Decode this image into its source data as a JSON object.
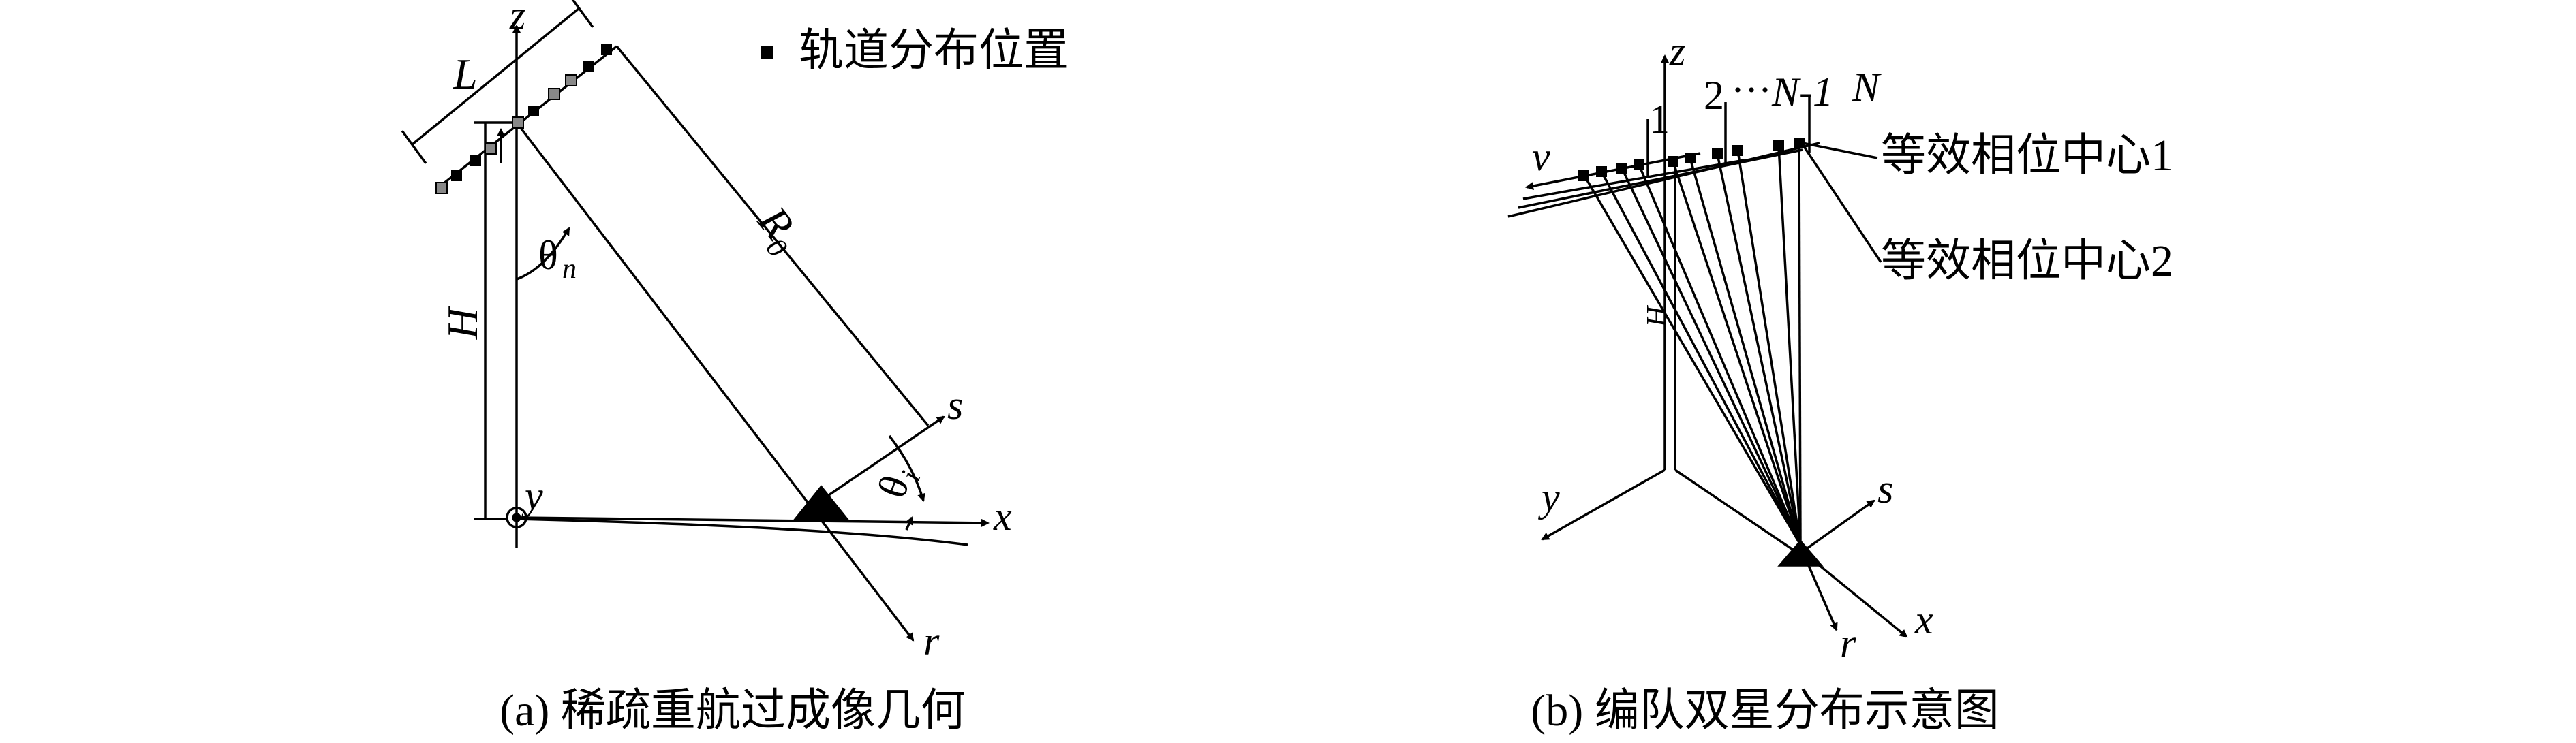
{
  "panel_a": {
    "caption": "(a) 稀疏重航过成像几何",
    "legend_label": "轨道分布位置",
    "labels": {
      "z": "z",
      "y": "y",
      "x": "x",
      "s": "s",
      "r": "r",
      "L": "L",
      "H": "H",
      "R0_main": "R",
      "R0_sub": "0",
      "theta_n_main": "θ",
      "theta_n_sub": "n",
      "theta_i_main": "θ",
      "theta_i_sub": "i"
    }
  },
  "panel_b": {
    "caption": "(b) 编队双星分布示意图",
    "labels": {
      "z": "z",
      "y": "y",
      "x": "x",
      "s": "s",
      "r": "r",
      "v": "v",
      "H": "H",
      "track_1": "1",
      "track_2": "2",
      "ellipsis": "···",
      "track_N1": "N-1",
      "track_N": "N",
      "phase_center_1": "等效相位中心1",
      "phase_center_2": "等效相位中心2"
    }
  }
}
